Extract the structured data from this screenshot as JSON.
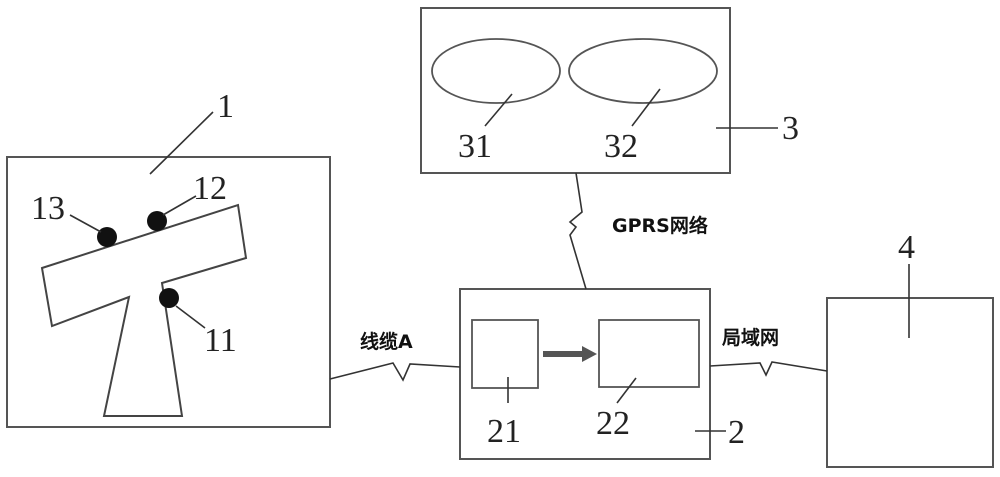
{
  "labels": {
    "ref_1": "1",
    "ref_11": "11",
    "ref_12": "12",
    "ref_13": "13",
    "ref_2": "2",
    "ref_21": "21",
    "ref_22": "22",
    "ref_3": "3",
    "ref_31": "31",
    "ref_32": "32",
    "ref_4": "4"
  },
  "links": {
    "cable": "线缆A",
    "gprs": "GPRS网络",
    "lan": "局域网"
  },
  "colors": {
    "line": "#333333",
    "box_stroke": "#555555",
    "dot": "#111111",
    "arrow": "#555555"
  }
}
